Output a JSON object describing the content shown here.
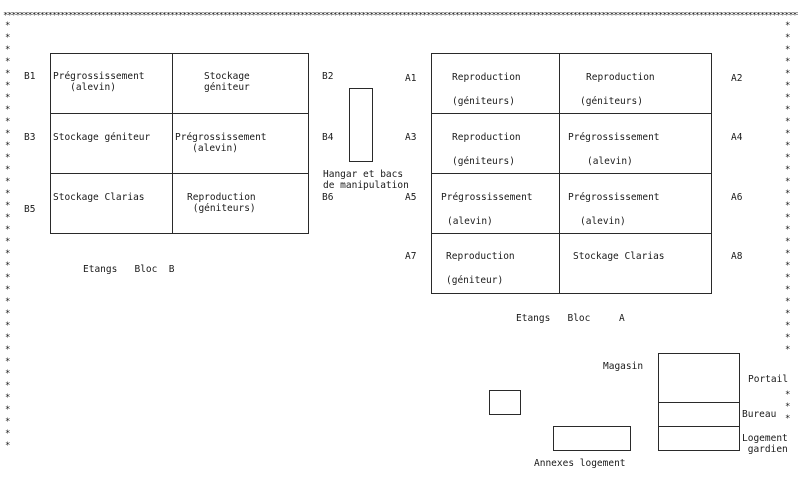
{
  "border": {
    "symbol": "*"
  },
  "bloc_b": {
    "title": "Etangs   Bloc  B",
    "pond_ids": [
      "B1",
      "B2",
      "B3",
      "B4",
      "B5",
      "B6"
    ],
    "cells": [
      {
        "id": "B1",
        "line1": "Prégrossissement",
        "line2": "   (alevin)"
      },
      {
        "id": "B2",
        "line1": "Stockage",
        "line2": "géniteur"
      },
      {
        "id": "B3",
        "line1": "Stockage géniteur",
        "line2": ""
      },
      {
        "id": "B4",
        "line1": "Prégrossissement",
        "line2": "   (alevin)"
      },
      {
        "id": "B5",
        "line1": "Stockage Clarias",
        "line2": ""
      },
      {
        "id": "B6",
        "line1": "Reproduction",
        "line2": " (géniteurs)"
      }
    ]
  },
  "bloc_a": {
    "title": "Etangs   Bloc     A",
    "pond_ids": [
      "A1",
      "A2",
      "A3",
      "A4",
      "A5",
      "A6",
      "A7",
      "A8"
    ],
    "cells": [
      {
        "id": "A1",
        "line1": "Reproduction",
        "line2": "(géniteurs)"
      },
      {
        "id": "A2",
        "line1": "Reproduction",
        "line2": "(géniteurs)"
      },
      {
        "id": "A3",
        "line1": "Reproduction",
        "line2": "(géniteurs)"
      },
      {
        "id": "A4",
        "line1": "Prégrossissement",
        "line2": "(alevin)"
      },
      {
        "id": "A5",
        "line1": "Prégrossissement",
        "line2": "(alevin)"
      },
      {
        "id": "A6",
        "line1": "Prégrossissement",
        "line2": "(alevin)"
      },
      {
        "id": "A7",
        "line1": "Reproduction",
        "line2": "(géniteur)"
      },
      {
        "id": "A8",
        "line1": "Stockage Clarias",
        "line2": ""
      }
    ]
  },
  "hangar": {
    "line1": "Hangar et bacs",
    "line2": "de manipulation"
  },
  "buildings": {
    "magasin": "Magasin",
    "portail": "Portail",
    "bureau": "Bureau",
    "logement_line1": "Logement",
    "logement_line2": "gardien",
    "annexes": "Annexes logement"
  }
}
